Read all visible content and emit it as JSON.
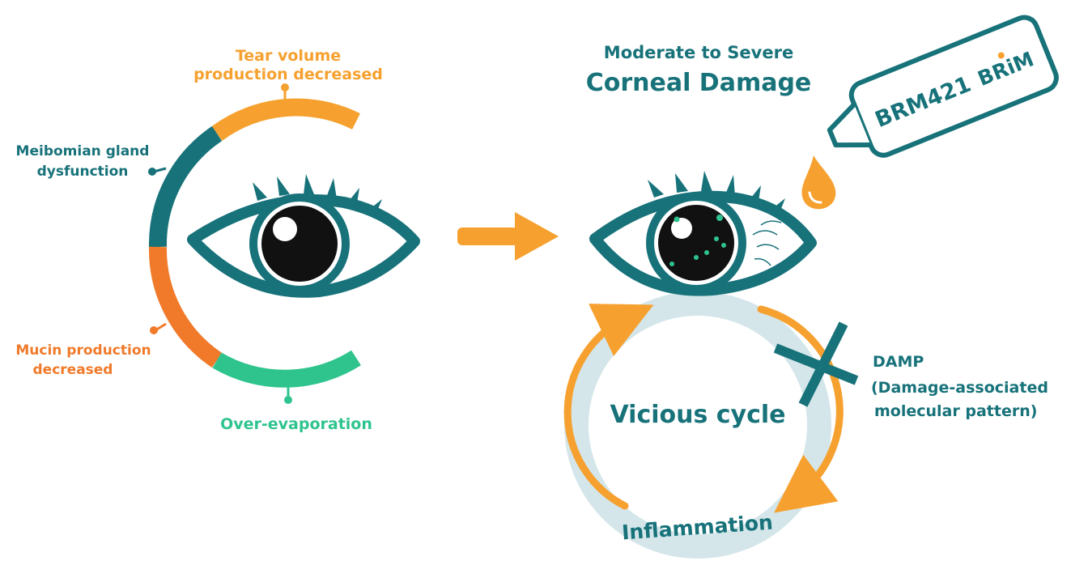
{
  "colors": {
    "teal": "#17727a",
    "orange": "#f6a12f",
    "dark_orange": "#f07a2a",
    "green": "#2fc48e",
    "ring_light": "#d4e6ea",
    "pupil": "#111111"
  },
  "left_panel": {
    "label_tear_line1": "Tear volume",
    "label_tear_line2": "production decreased",
    "label_meibomian_line1": "Meibomian gland",
    "label_meibomian_line2": "dysfunction",
    "label_mucin_line1": "Mucin production",
    "label_mucin_line2": "decreased",
    "label_evaporation": "Over-evaporation"
  },
  "right_panel": {
    "title_line1": "Moderate to Severe",
    "title_line2": "Corneal Damage",
    "bottle_label": "BRM421",
    "bottle_brand": "BRiM",
    "cycle_center": "Vicious cycle",
    "cycle_bottom": "Inflammation",
    "damp_line1": "DAMP",
    "damp_line2": "(Damage-associated",
    "damp_line3": "molecular pattern)"
  },
  "icons": [
    "eye-icon",
    "damaged-eye-icon",
    "arrow-right-icon",
    "eye-drop-bottle-icon",
    "droplet-icon",
    "cross-icon"
  ]
}
